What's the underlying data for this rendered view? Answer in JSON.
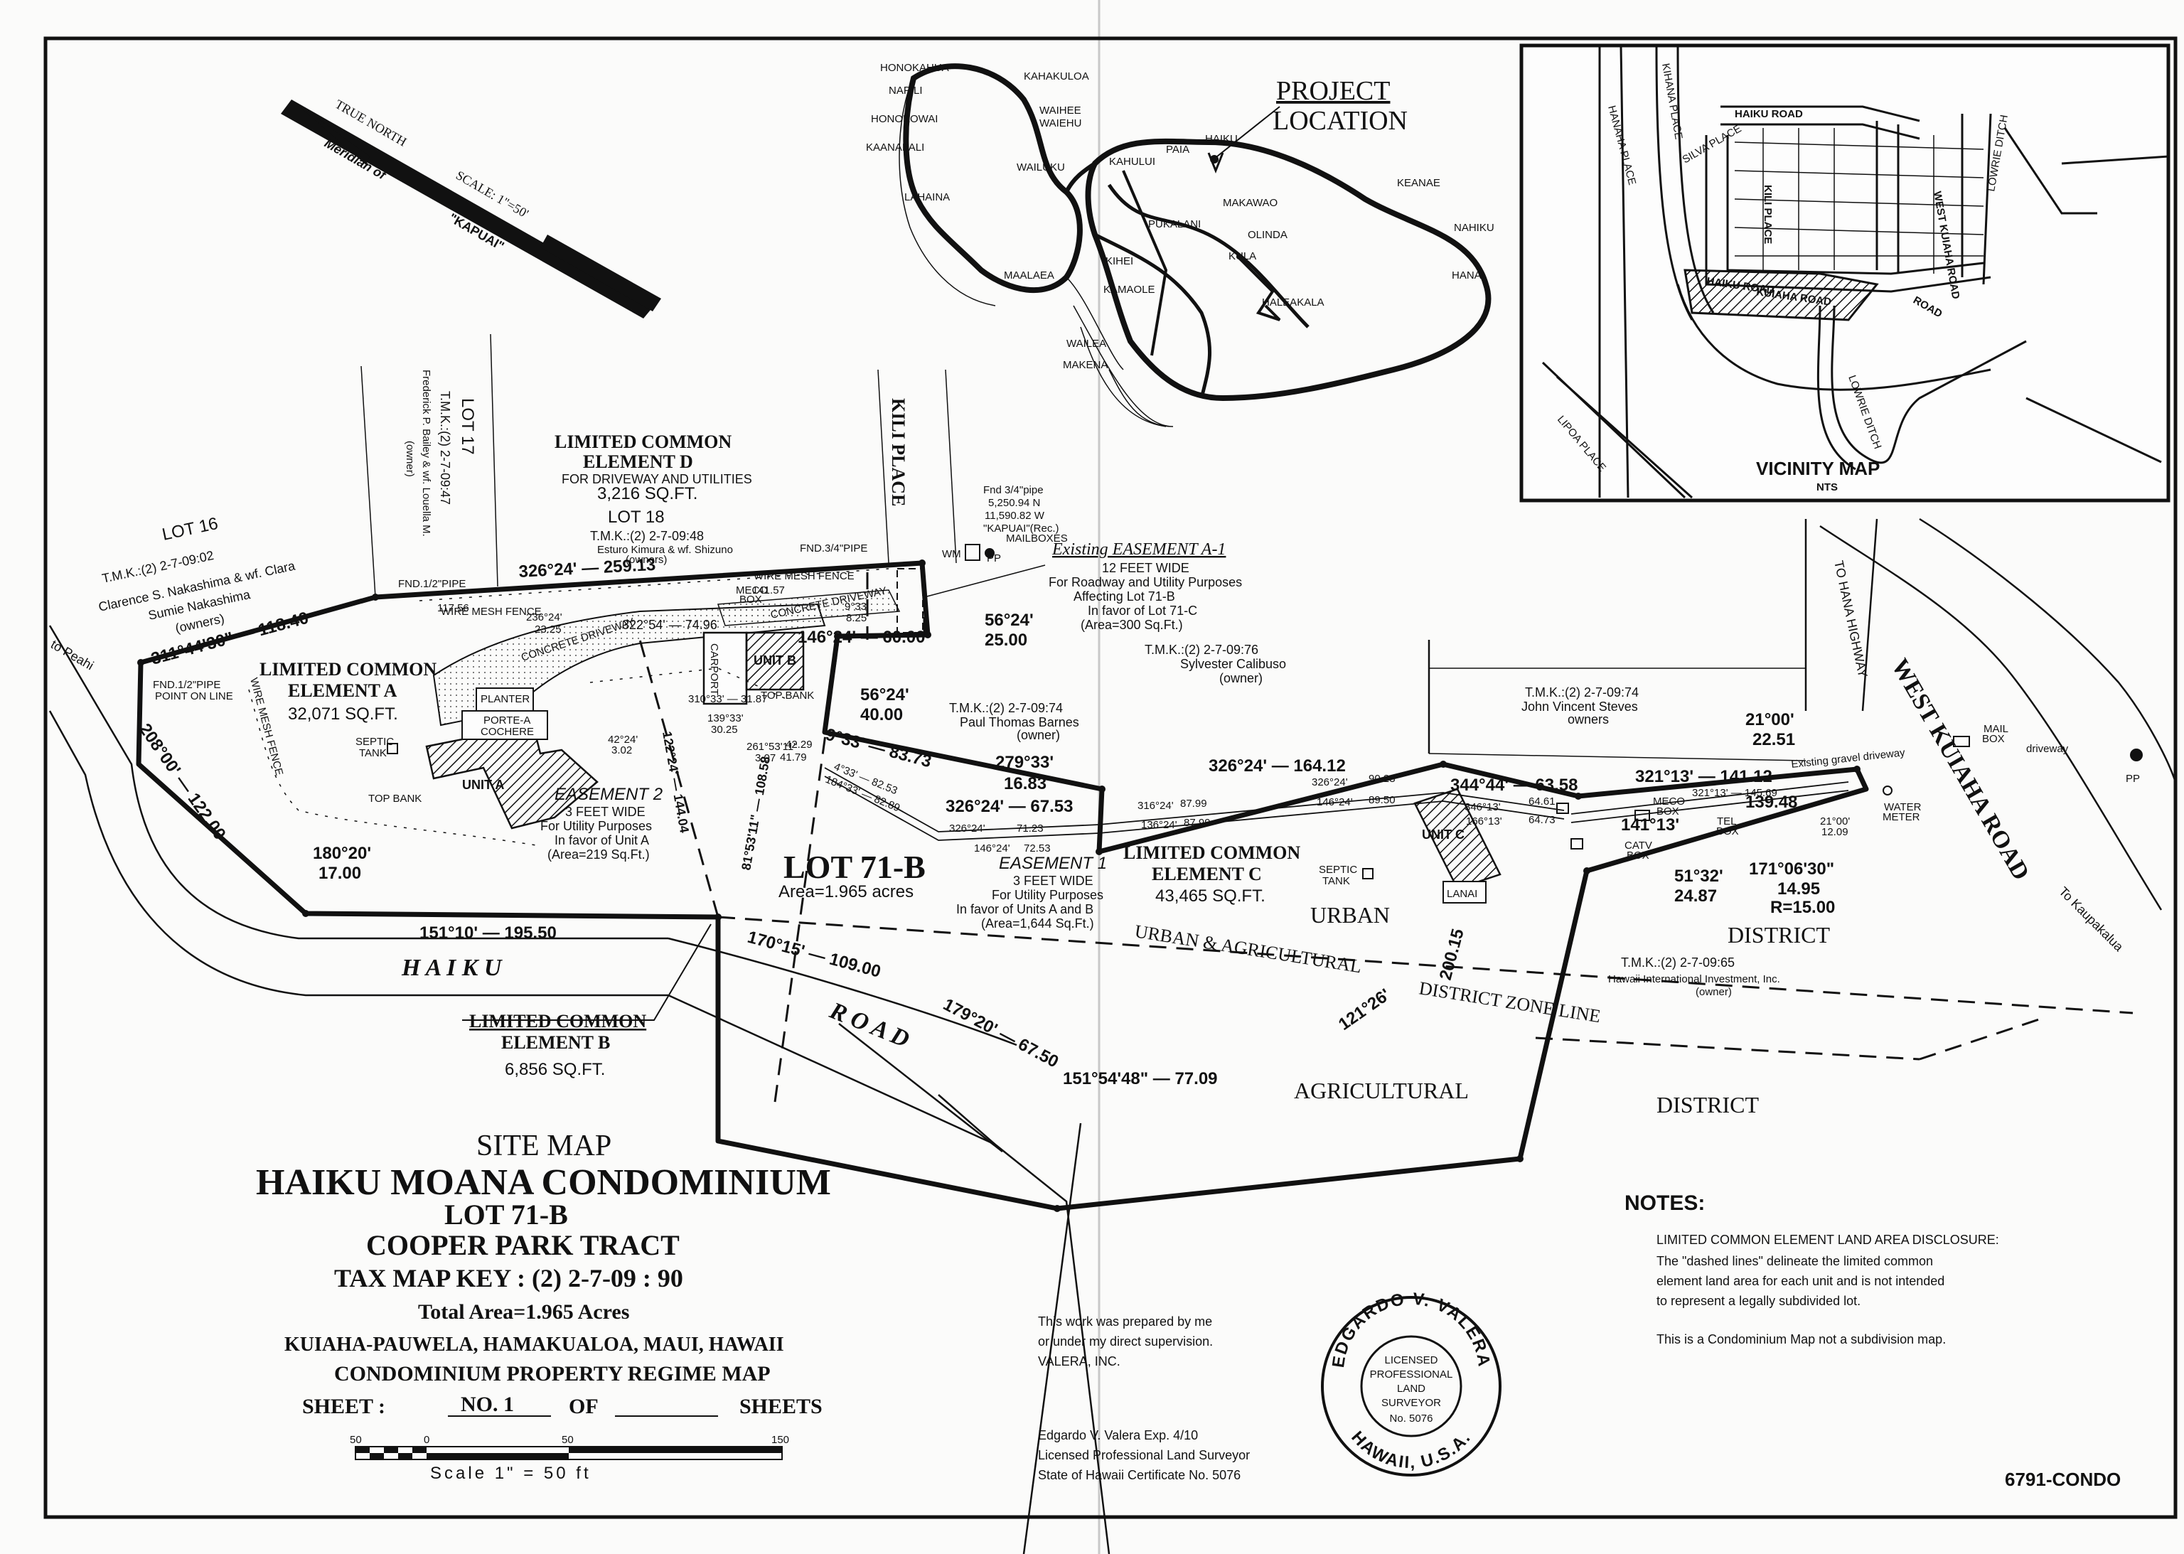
{
  "north": {
    "line1": "TRUE NORTH",
    "line2": "Meridian of",
    "scale": "SCALE: 1\"=50'",
    "ref": "\"KAPUAI\""
  },
  "island_towns": [
    "HONOKAHUA",
    "KAHAKULOA",
    "NAPILI",
    "HONOKOWAI",
    "WAIHEE",
    "WAIEHU",
    "KAANAPALI",
    "PAIA",
    "HAIKU",
    "KAHULUI",
    "WAILUKU",
    "LAHAINA",
    "MAKAWAO",
    "PUKALANI",
    "KEANAE",
    "OLINDA",
    "NAHIKU",
    "KULA",
    "KIHEI",
    "HANA",
    "MAALAEA",
    "KAMAOLE",
    "HALEAKALA",
    "WAILEA",
    "MAKENA"
  ],
  "project_location": [
    "PROJECT",
    "LOCATION"
  ],
  "vicinity_map": {
    "title": "VICINITY MAP",
    "subtitle": "NTS",
    "roads": [
      "HAIKU ROAD",
      "KILI PLACE",
      "HANAHA PLACE",
      "KIHANA PLACE",
      "WEST KUIAHA ROAD",
      "LOWRIE DITCH",
      "HAIKU ROAD",
      "LIPOA PLACE",
      "LOWRIE DITCH",
      "SILVA PLACE",
      "KUIAHA ROAD",
      "ROAD"
    ]
  },
  "labels": {
    "lot16": [
      "LOT 16",
      "T.M.K.:(2) 2-7-09:02",
      "Clarence S. Nakashima & wf. Clara",
      "Sumie Nakashima",
      "(owners)"
    ],
    "lot17": [
      "LOT 17",
      "T.M.K.:(2) 2-7-09:47",
      "Frederick P. Bailey & wf. Louella M.",
      "(owner)"
    ],
    "lot18": [
      "LOT 18",
      "T.M.K.:(2) 2-7-09:48",
      "Esturo Kimura & wf. Shizuno",
      "(owners)"
    ],
    "lce_d": [
      "LIMITED COMMON",
      "ELEMENT D",
      "FOR DRIVEWAY AND UTILITIES",
      "3,216 SQ.FT."
    ],
    "kili_place": "KILI PLACE",
    "fnd_pipe": [
      "Fnd 3/4\"pipe",
      "5,250.94 N",
      "11,590.82 W",
      "\"KAPUAI\"(Rec.)"
    ],
    "fnd34": "FND.3/4\"PIPE",
    "mailboxes": "MAILBOXES",
    "wm": "WM",
    "pp": "PP",
    "easement_a1": [
      "Existing EASEMENT A-1",
      "12 FEET WIDE",
      "For Roadway and Utility Purposes",
      "Affecting Lot 71-B",
      "In favor of Lot 71-C",
      "(Area=300 Sq.Ft.)"
    ],
    "tmk76": [
      "T.M.K.:(2) 2-7-09:76",
      "Sylvester Calibuso",
      "(owner)"
    ],
    "tmk74a": [
      "T.M.K.:(2) 2-7-09:74",
      "Paul Thomas Barnes",
      "(owner)"
    ],
    "tmk74b": [
      "T.M.K.:(2) 2-7-09:74",
      "John Vincent Steves",
      "owners"
    ],
    "tmk65": [
      "T.M.K.:(2) 2-7-09:65",
      "Hawaii International Investment, Inc.",
      "(owner)"
    ],
    "lce_a": [
      "LIMITED COMMON",
      "ELEMENT A",
      "32,071 SQ.FT."
    ],
    "lce_b": [
      "LIMITED COMMON",
      "ELEMENT B",
      "6,856 SQ.FT."
    ],
    "lce_c": [
      "LIMITED COMMON",
      "ELEMENT C",
      "43,465 SQ.FT."
    ],
    "easement2": [
      "EASEMENT 2",
      "3 FEET WIDE",
      "For Utility Purposes",
      "In favor of Unit A",
      "(Area=219 Sq.Ft.)"
    ],
    "easement1": [
      "EASEMENT 1",
      "3 FEET WIDE",
      "For Utility Purposes",
      "In favor of Units A and B",
      "(Area=1,644 Sq.Ft.)"
    ],
    "lot71b": [
      "LOT 71-B",
      "Area=1.965 acres"
    ],
    "unit_a": "UNIT A",
    "unit_b": "UNIT B",
    "unit_c": "UNIT C",
    "carport": "CARPORT",
    "lanai": "LANAI",
    "porte": [
      "PORTE-A",
      "COCHERE"
    ],
    "planter": "PLANTER",
    "septic": [
      "SEPTIC",
      "TANK"
    ],
    "concrete_driveway": "CONCRETE DRIVEWAY",
    "wire_mesh_fence": "WIRE MESH FENCE",
    "top_bank": "TOP BANK",
    "fnd12": "FND.1/2\"PIPE",
    "fnd12b": [
      "FND.1/2\"PIPE",
      "POINT ON LINE"
    ],
    "to_peahi": "to Peahi",
    "to_hana": "TO HANA HIGHWAY",
    "to_kaupakalua": "To Kaupakalua",
    "west_kuiaha": "WEST KUIAHA ROAD",
    "haiku": "H A I K U",
    "road": "R O A D",
    "urban": "URBAN",
    "district": "DISTRICT",
    "agricultural": "AGRICULTURAL",
    "district2": "DISTRICT",
    "zone_line": [
      "URBAN & AGRICULTURAL",
      "DISTRICT ZONE LINE"
    ],
    "meco": [
      "MECO",
      "BOX"
    ],
    "catv": [
      "CATV",
      "BOX"
    ],
    "tel": [
      "TEL",
      "BOX"
    ],
    "mail_box": [
      "MAIL",
      "BOX"
    ],
    "water_meter": [
      "WATER",
      "METER"
    ],
    "driveway": "driveway",
    "existing_gravel": "Existing gravel driveway"
  },
  "bearings": {
    "b1": "326°24' — 259.13",
    "b2": "311°44'30\" — 118.40",
    "b3": "208°00' — 122.00",
    "b4": "180°20'",
    "b4d": "17.00",
    "b5": "151°10' — 195.50",
    "b6": "170°15' — 109.00",
    "b7": "179°20' — 67.50",
    "b8": "151°54'48\" — 77.09",
    "b9": "121°26'",
    "b9d": "200.15",
    "b10": "56°24'",
    "b10d": "25.00",
    "b11": "146°24' — 60.00",
    "b12": "56°24'",
    "b12d": "40.00",
    "b13": "9°33' — 83.73",
    "b14": "279°33'",
    "b14d": "16.83",
    "b15": "326°24' — 67.53",
    "b16": "326°24' — 164.12",
    "b17": "344°44' — 63.58",
    "b18": "321°13' — 141.12",
    "b19": "21°00'",
    "b19d": "22.51",
    "b20": "139.48",
    "b21": "141°13'",
    "b22": "51°32'",
    "b22d": "24.87",
    "b23": "171°06'30\"",
    "b23d": "14.95",
    "b23r": "R=15.00",
    "b24": "122°24' — 144.04",
    "b25": "81°53'11\" — 108.58",
    "small": [
      "117.56",
      "236°24'",
      "23.25",
      "322°54' — 74.96",
      "141.57",
      "9°33'",
      "8.25",
      "310°33' — 31.87",
      "139°33'",
      "30.25",
      "261°53'11\"",
      "3.07",
      "42°24'",
      "3.02",
      "4°33' — 82.53",
      "184°33' — 82.89",
      "326°24'",
      "71.23",
      "146°24'",
      "72.53",
      "316°24'",
      "87.99",
      "136°24'",
      "87.99",
      "326°24'",
      "90.28",
      "146°24'",
      "89.50",
      "346°13'",
      "64.61",
      "166°13'",
      "64.73",
      "321°13' — 145.69",
      "21°00'",
      "12.09",
      "42.29",
      "41.79"
    ]
  },
  "title_block": {
    "line1": "SITE MAP",
    "line2": "HAIKU MOANA CONDOMINIUM",
    "line3": "LOT 71-B",
    "line4": "COOPER PARK TRACT",
    "line5": "TAX MAP KEY : (2) 2-7-09 : 90",
    "line6": "Total Area=1.965 Acres",
    "line7": "KUIAHA-PAUWELA, HAMAKUALOA, MAUI, HAWAII",
    "line8": "CONDOMINIUM PROPERTY REGIME MAP",
    "sheet_label": "SHEET :",
    "sheet_no": "NO. 1",
    "of": "OF",
    "sheets": "SHEETS",
    "scale_ticks": [
      "50",
      "0",
      "50",
      "150"
    ],
    "scale_text": "Scale 1\" = 50 ft"
  },
  "certification": {
    "line1": "This work was prepared by me",
    "line2": "or under my direct supervision.",
    "line3": "VALERA, INC.",
    "line4": "Edgardo V. Valera  Exp. 4/10",
    "line5": "Licensed Professional Land Surveyor",
    "line6": "State of Hawaii Certificate No. 5076"
  },
  "seal": {
    "top": "EDGARDO V. VALERA",
    "bottom": "HAWAII, U.S.A.",
    "c1": "LICENSED",
    "c2": "PROFESSIONAL",
    "c3": "LAND",
    "c4": "SURVEYOR",
    "c5": "No. 5076"
  },
  "notes": {
    "title": "NOTES:",
    "line1": "LIMITED COMMON ELEMENT LAND AREA DISCLOSURE:",
    "line2": "The \"dashed lines\" delineate the limited common",
    "line3": "element land area for each unit and is not intended",
    "line4": "to represent a legally subdivided lot.",
    "line5": "This is a Condominium Map not a subdivision map."
  },
  "job_no": "6791-CONDO"
}
